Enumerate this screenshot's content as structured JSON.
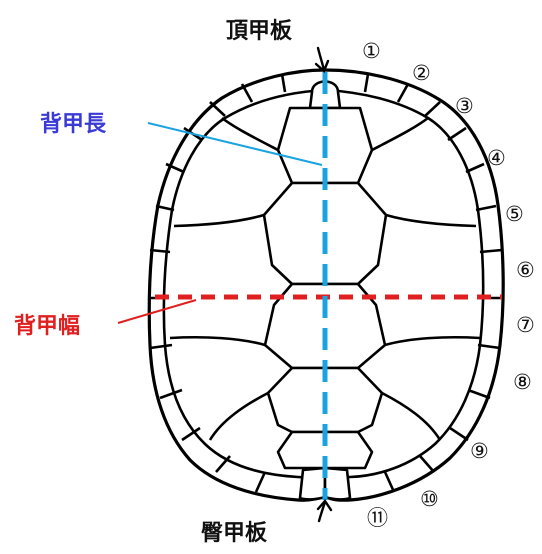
{
  "labels": {
    "nuchal": "頂甲板",
    "carapace_length": "背甲長",
    "carapace_width": "背甲幅",
    "supracaudal": "臀甲板"
  },
  "marginal_numbers": [
    "①",
    "②",
    "③",
    "④",
    "⑤",
    "⑥",
    "⑦",
    "⑧",
    "⑨",
    "⑩",
    "⑪"
  ],
  "colors": {
    "length_line": "#1aa3e0",
    "length_label": "#3a3ad6",
    "width_line": "#e02020",
    "width_label": "#e02020",
    "outline": "#000000"
  }
}
